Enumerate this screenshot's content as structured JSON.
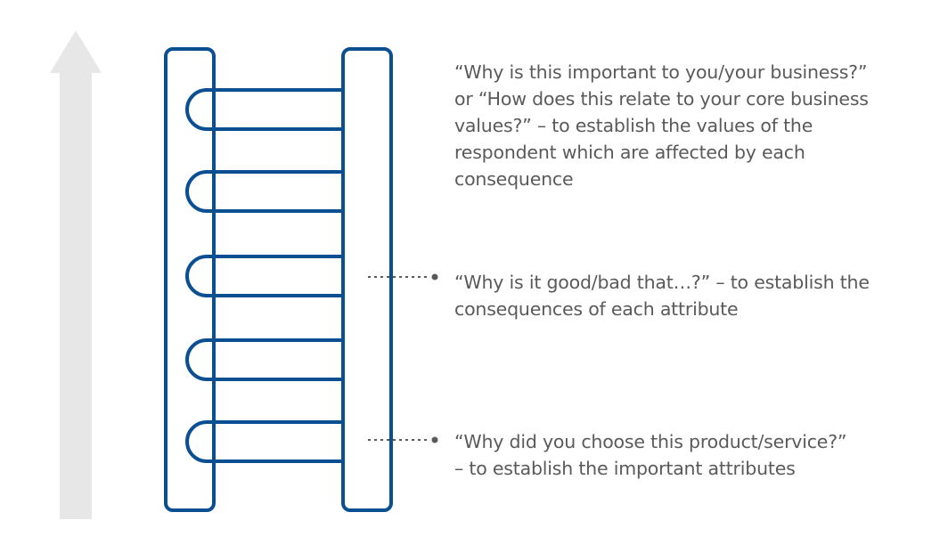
{
  "colors": {
    "ladder": "#0b4f93",
    "arrow": "#e7e7e7",
    "text": "#5a5a5a",
    "leader": "#5a5a5a"
  },
  "labels": {
    "values": [
      "“Why is this important to you/your business?”",
      "or “How does this relate to your core business",
      "values?”  – to establish the values of the",
      "respondent which are affected by each",
      "consequence"
    ],
    "consequences": [
      "“Why is it good/bad that…?”  – to establish the",
      "consequences of each attribute"
    ],
    "attributes": [
      "“Why did you choose this product/service?”",
      "– to establish the important attributes"
    ]
  }
}
